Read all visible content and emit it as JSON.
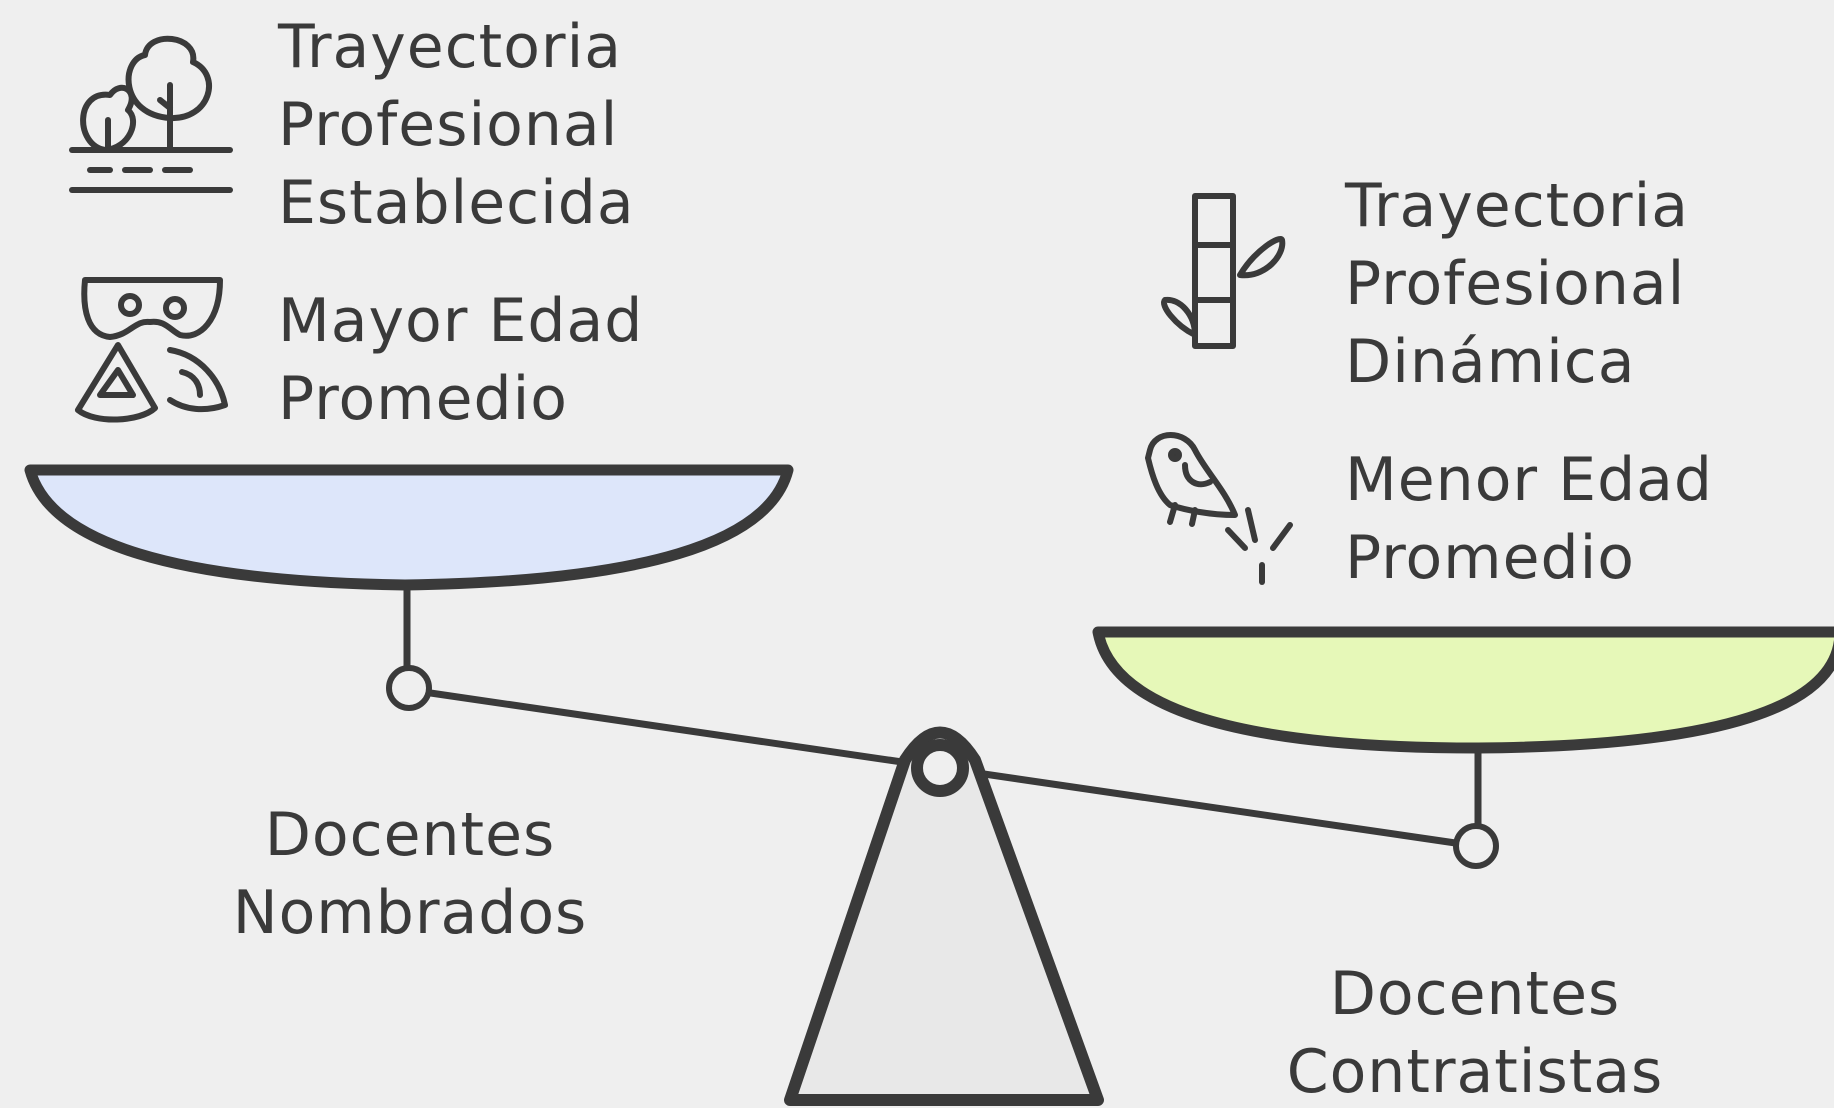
{
  "left": {
    "title_lines": [
      "Docentes",
      "Nombrados"
    ],
    "traits": [
      {
        "lines": [
          "Trayectoria",
          "Profesional",
          "Establecida"
        ],
        "icon": "trees-icon"
      },
      {
        "lines": [
          "Mayor Edad",
          "Promedio"
        ],
        "icon": "masks-icon"
      }
    ]
  },
  "right": {
    "title_lines": [
      "Docentes",
      "Contratistas"
    ],
    "traits": [
      {
        "lines": [
          "Trayectoria",
          "Profesional",
          "Dinámica"
        ],
        "icon": "bamboo-icon"
      },
      {
        "lines": [
          "Menor Edad",
          "Promedio"
        ],
        "icon": "bird-icon"
      }
    ]
  },
  "colors": {
    "left_pan_fill": "#dde6fa",
    "right_pan_fill": "#e6f8b8",
    "stroke": "#3a3a3a",
    "fulcrum_fill": "#e8e8e8",
    "background": "#efefef"
  }
}
